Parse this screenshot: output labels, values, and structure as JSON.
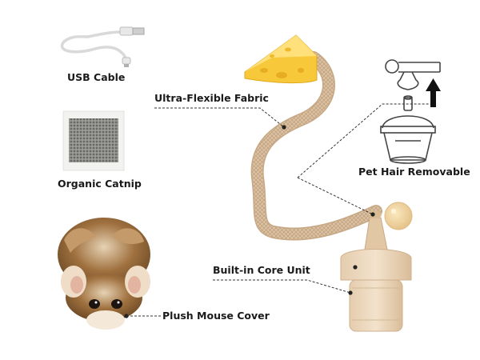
{
  "labels": {
    "usb_cable": "USB Cable",
    "organic_catnip": "Organic Catnip",
    "ultra_flexible_fabric": "Ultra-Flexible Fabric",
    "pet_hair_removable": "Pet Hair Removable",
    "built_in_core_unit": "Built-in Core Unit",
    "plush_mouse_cover": "Plush Mouse Cover"
  },
  "icons": {
    "cable": "usb-cable-icon",
    "catnip": "catnip-pouch-icon",
    "cheese": "cheese-icon",
    "tube": "flexible-tube-icon",
    "core": "core-unit-icon",
    "pompom": "pompom-icon",
    "mouse": "plush-mouse-icon",
    "removable": "removable-head-icon",
    "arrow": "arrow-up-icon"
  },
  "colors": {
    "background": "#ffffff",
    "text": "#1a1a1a",
    "tube": "#dcc4a6",
    "core": "#f0dcc4",
    "cheese": "#f7c93a",
    "fur": "#a0713f"
  }
}
